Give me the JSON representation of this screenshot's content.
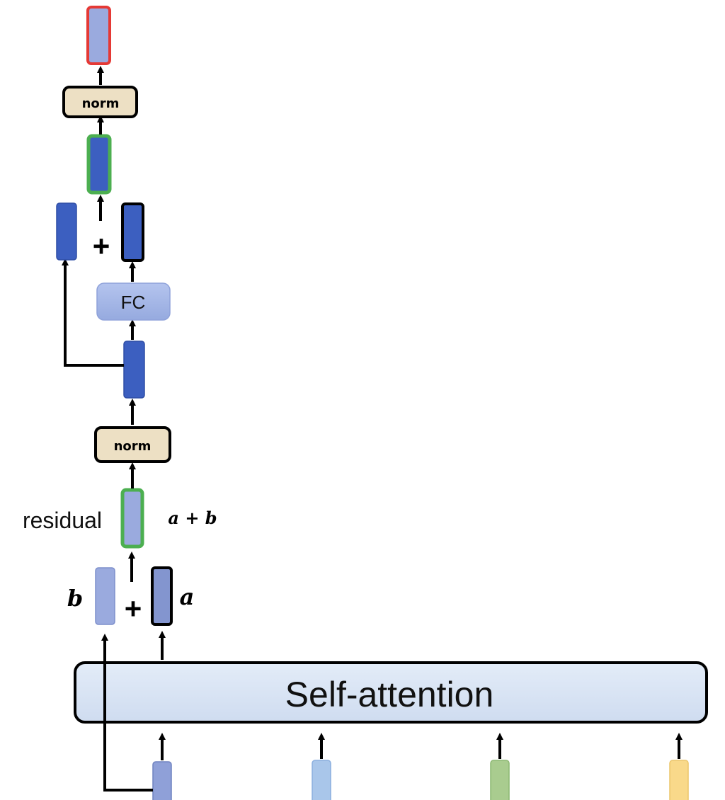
{
  "blocks": {
    "self_attention": "Self-attention",
    "norm_top": "norm",
    "norm_bottom": "norm",
    "fc": "FC"
  },
  "labels": {
    "residual": "residual",
    "a_plus_b": "a + b",
    "b": "b",
    "a": "a",
    "plus_top": "+",
    "plus_bottom": "+"
  },
  "colors": {
    "vector_light_blue": "#8fa0d8",
    "vector_dark_blue": "#3c5fc0",
    "vector_input_blue": "#9fbfe6",
    "vector_input_green": "#a9cc8f",
    "vector_input_yellow": "#f9d98a",
    "norm_fill": "#ede0c4",
    "fc_fill": "#9fb3e6",
    "self_attention_fill": "#d9e6f5",
    "highlight_green": "#4caf50",
    "highlight_red": "#e53935",
    "outline_black": "#000000"
  }
}
